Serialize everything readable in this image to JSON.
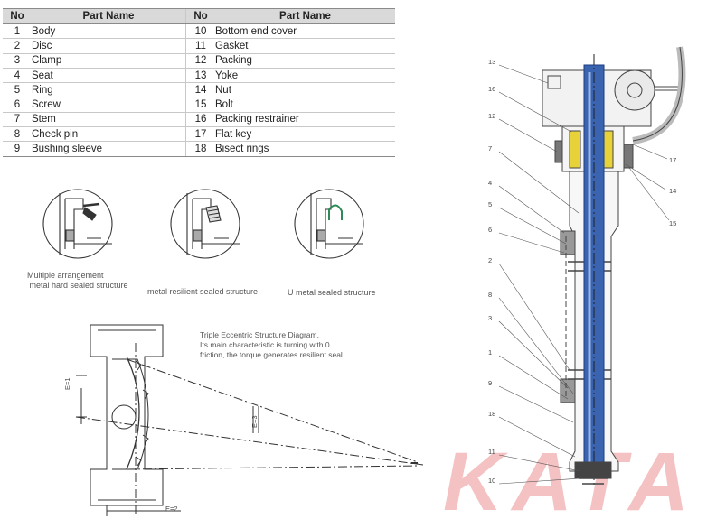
{
  "table": {
    "headers": {
      "no1": "No",
      "name1": "Part Name",
      "no2": "No",
      "name2": "Part Name"
    },
    "rows": [
      {
        "n1": "1",
        "p1": "Body",
        "n2": "10",
        "p2": "Bottom end cover"
      },
      {
        "n1": "2",
        "p1": "Disc",
        "n2": "11",
        "p2": "Gasket"
      },
      {
        "n1": "3",
        "p1": "Clamp",
        "n2": "12",
        "p2": "Packing"
      },
      {
        "n1": "4",
        "p1": "Seat",
        "n2": "13",
        "p2": "Yoke"
      },
      {
        "n1": "5",
        "p1": "Ring",
        "n2": "14",
        "p2": "Nut"
      },
      {
        "n1": "6",
        "p1": "Screw",
        "n2": "15",
        "p2": "Bolt"
      },
      {
        "n1": "7",
        "p1": "Stem",
        "n2": "16",
        "p2": "Packing restrainer"
      },
      {
        "n1": "8",
        "p1": "Check pin",
        "n2": "17",
        "p2": "Flat key"
      },
      {
        "n1": "9",
        "p1": "Bushing sleeve",
        "n2": "18",
        "p2": "Bisect rings"
      }
    ]
  },
  "seal_captions": {
    "multiple": "Multiple arrangement\n metal hard sealed structure",
    "resilient": "metal resilient sealed structure",
    "u_metal": "U metal sealed structure"
  },
  "triple": {
    "caption": "Triple Eccentric Structure Diagram.\nIts main characteristic is turning with 0\nfriction, the torque generates resilient seal."
  },
  "callouts": {
    "left": [
      "13",
      "16",
      "12",
      "7",
      "4",
      "5",
      "6",
      "2",
      "8",
      "3",
      "1",
      "9",
      "18",
      "11",
      "10"
    ],
    "right": [
      "17",
      "14",
      "15"
    ]
  },
  "watermark": "KATA",
  "colors": {
    "stem": "#3a63b0",
    "packing": "#e8d23a",
    "watermark": "#f4c2c2"
  }
}
